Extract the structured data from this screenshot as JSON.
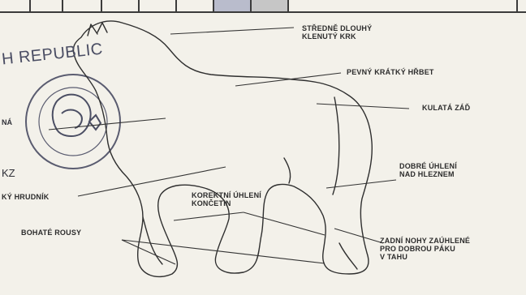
{
  "stamp": {
    "country_text": "H REPUBLIC",
    "side_text": "NÁ",
    "side_text2": "KZ"
  },
  "labels": {
    "neck": "STŘEDNĚ DLOUHÝ\nKLENUTÝ KRK",
    "back": "PEVNÝ KRÁTKÝ HŘBET",
    "croup": "KULATÁ ZÁĎ",
    "hock_angle": "DOBRÉ ÚHLENÍ\nNAD HLEZNEM",
    "legs_angle": "KOREKTNÍ ÚHLENÍ\nKONČETIN",
    "chest": "KÝ HRUDNÍK",
    "feathering": "BOHATÉ ROUSY",
    "hind_legs": "ZADNÍ NOHY ZAÚHLENÉ\nPRO DOBROU PÁKU\nV TAHU"
  }
}
